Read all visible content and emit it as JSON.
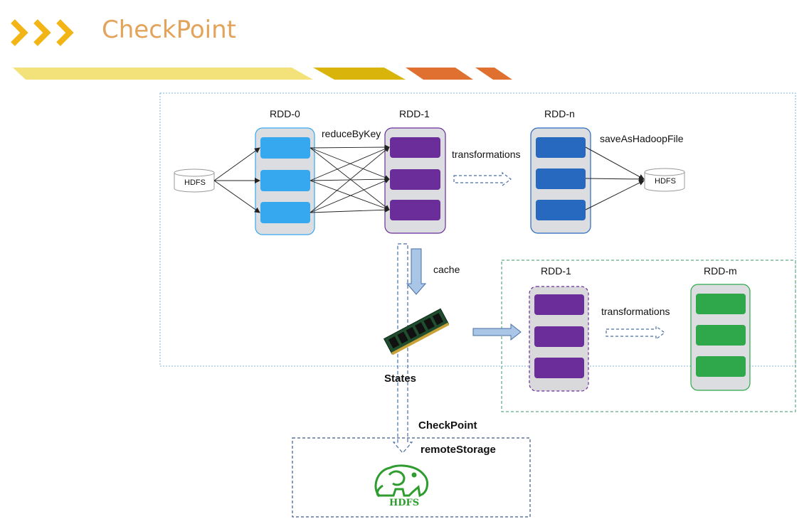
{
  "title": "CheckPoint",
  "colors": {
    "title": "#e3a35a",
    "rdd0_partition": "#36a8ef",
    "rdd1_partition": "#6a2d9a",
    "rddn_partition": "#2769be",
    "rddm_partition": "#2ea84a",
    "chevron": "#f2b515",
    "stripe1": "#f3e27a",
    "stripe2": "#d9b50c",
    "stripe3": "#e07030",
    "hdfs_logo": "#2e9c2e"
  },
  "diagram": {
    "rdd0_label": "RDD-0",
    "rdd1_label": "RDD-1",
    "rddn_label": "RDD-n",
    "rdd1_cached_label": "RDD-1",
    "rddm_label": "RDD-m",
    "hdfs_source": "HDFS",
    "hdfs_sink": "HDFS",
    "reduce_label": "reduceByKey",
    "transformations_top": "transformations",
    "save_label": "saveAsHadoopFile",
    "cache_label": "cache",
    "transformations_bottom": "transformations",
    "states_label": "States",
    "checkpoint_label": "CheckPoint",
    "remote_storage_label": "remoteStorage",
    "hdfs_logo_text": "HDFS"
  }
}
